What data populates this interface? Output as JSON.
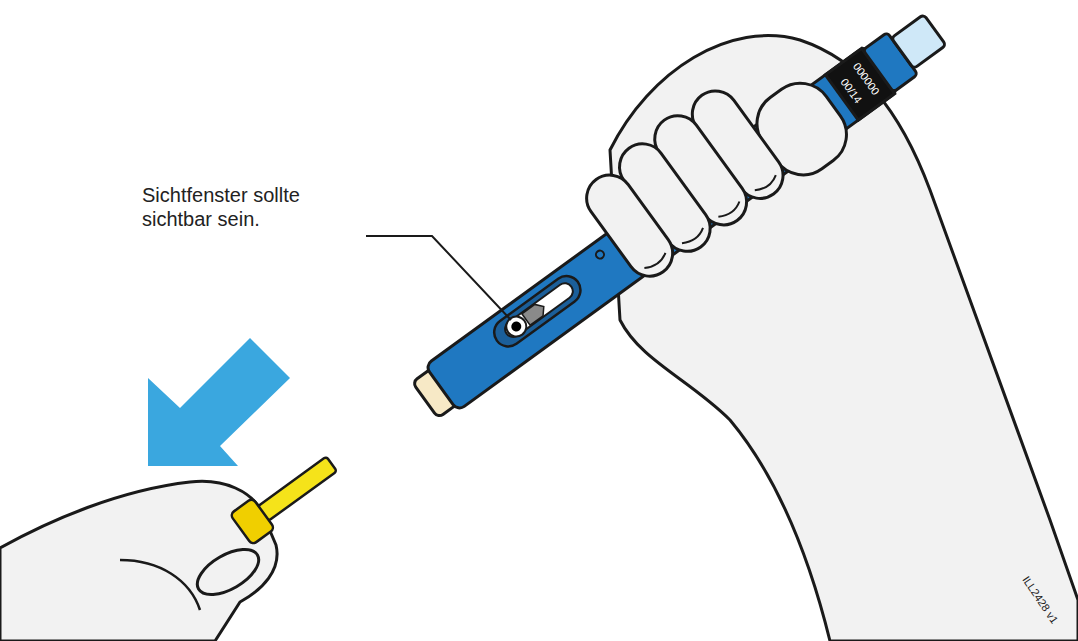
{
  "diagram": {
    "labels": [
      "Sichtfenster sollte sichtbar sein.",
      "000000",
      "00/14",
      "ILL2428 v1"
    ]
  }
}
